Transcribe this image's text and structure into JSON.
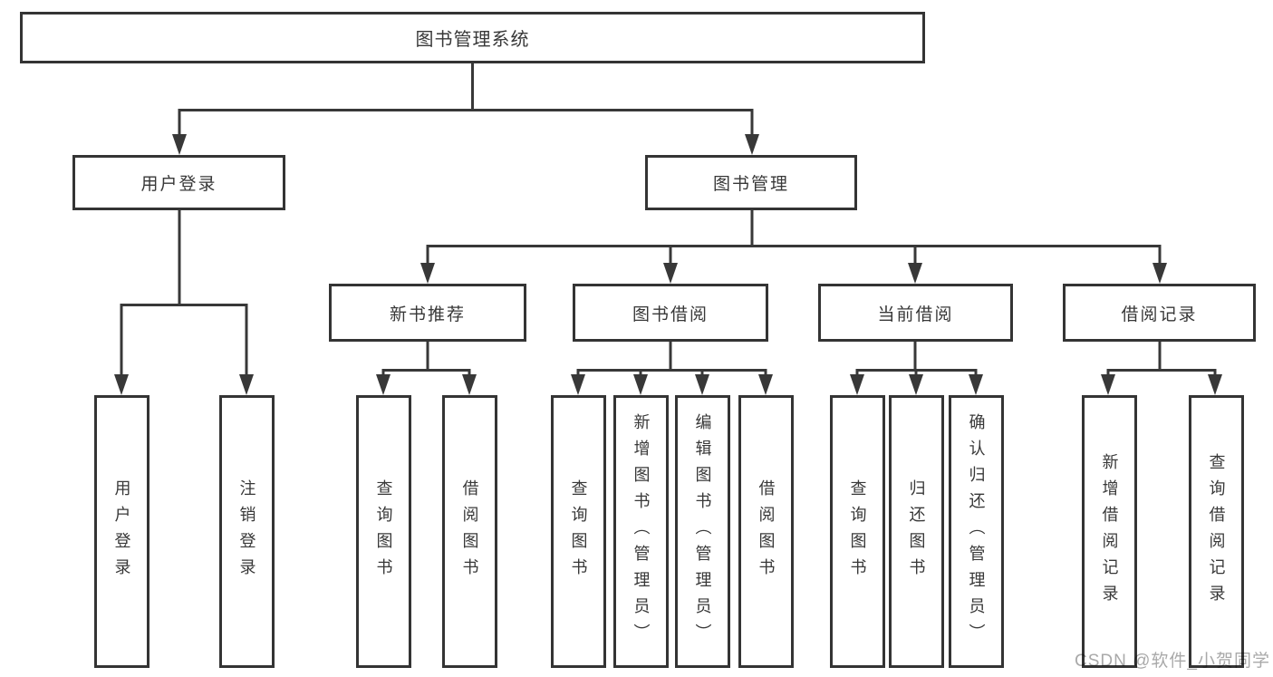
{
  "nodes": {
    "root": "图书管理系统",
    "level2": {
      "user_login": "用户登录",
      "book_management": "图书管理"
    },
    "level3": {
      "new_book_recommend": "新书推荐",
      "book_borrowing": "图书借阅",
      "current_borrowing": "当前借阅",
      "borrowing_records": "借阅记录"
    },
    "leaves": {
      "user_login": [
        "用户登录",
        "注销登录"
      ],
      "new_book_recommend": [
        "查询图书",
        "借阅图书"
      ],
      "book_borrowing": [
        "查询图书",
        "新增图书（管理员）",
        "编辑图书（管理员）",
        "借阅图书"
      ],
      "current_borrowing": [
        "查询图书",
        "归还图书",
        "确认归还（管理员）"
      ],
      "borrowing_records": [
        "新增借阅记录",
        "查询借阅记录"
      ]
    }
  },
  "watermark": "CSDN @软件_小贺同学",
  "colors": {
    "line": "#383838",
    "box_border": "#343434",
    "text": "#383838",
    "background": "#ffffff",
    "watermark": "#a9a9a9"
  }
}
